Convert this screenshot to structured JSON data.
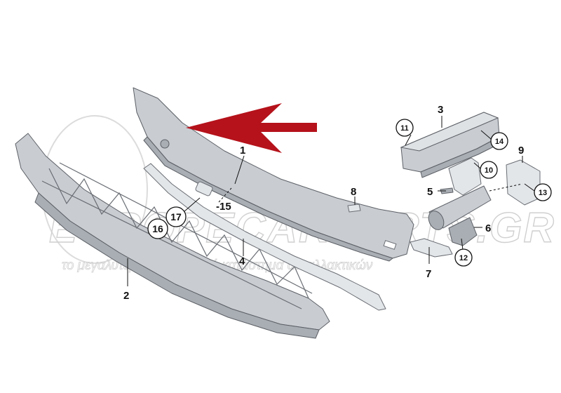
{
  "watermark": {
    "brand": "EUROPECARPARTS.GR",
    "subtitle": "το μεγαλύτερο ηλεκτρονικό κατάστημα ανταλλακτικών"
  },
  "labels": {
    "l1": "1",
    "l2": "2",
    "l3": "3",
    "l4": "4",
    "l5": "5",
    "l6": "6",
    "l7": "7",
    "l8": "8",
    "l9": "9",
    "l10": "10",
    "l11": "11",
    "l12": "12",
    "l13": "13",
    "l14": "14",
    "l15": "-15",
    "l16": "16",
    "l17": "17"
  },
  "colors": {
    "arrow": "#b5121b",
    "part": "#c9cdd2",
    "outline": "#5c6066"
  }
}
